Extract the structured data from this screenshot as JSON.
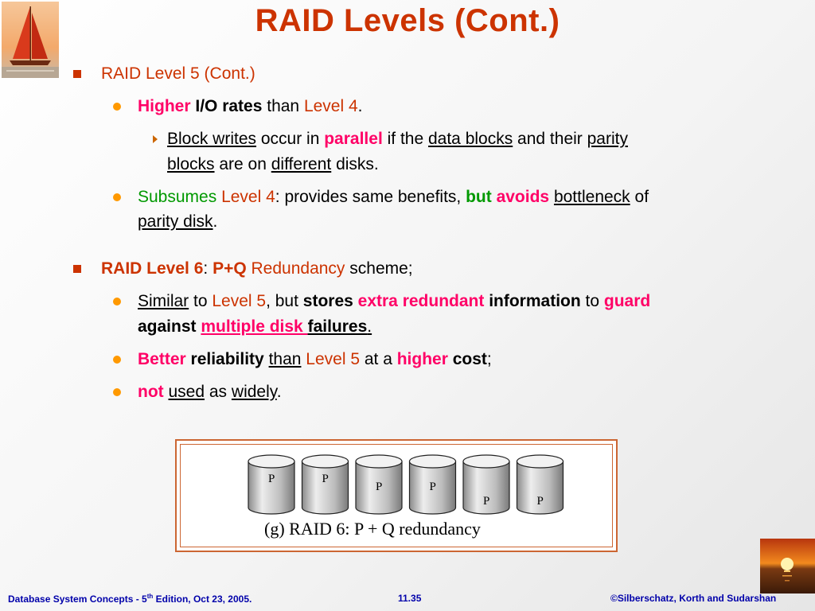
{
  "title": "RAID Levels (Cont.)",
  "l1a": {
    "t1": "RAID Level 5 (Cont.)"
  },
  "l2a": {
    "t1": "Higher",
    "t2": " ",
    "t3": "I/O rates",
    "t4": " than ",
    "t5": "Level 4",
    "t6": "."
  },
  "l3a": {
    "t1": "Block writes",
    "t2": " occur in ",
    "t3": "parallel",
    "t4": " if the ",
    "t5": "data blocks",
    "t6": " and their ",
    "t7": "parity"
  },
  "l3b": {
    "t1": "blocks",
    "t2": " are on ",
    "t3": "different",
    "t4": " disks."
  },
  "l2b": {
    "t1": "Subsumes",
    "t2": " ",
    "t3": "Level 4",
    "t4": ": provides same benefits, ",
    "t5": "but",
    "t6": " ",
    "t7": "avoids",
    "t8": " ",
    "t9": "bottleneck",
    "t10": " of"
  },
  "l2c": {
    "t1": "parity disk",
    "t2": "."
  },
  "l1b": {
    "t1": "RAID Level 6",
    "t2": ": ",
    "t3": "P+Q",
    "t4": " ",
    "t5": "Redundancy",
    "t6": " scheme;"
  },
  "l2d": {
    "t1": "Similar",
    "t2": " to ",
    "t3": "Level 5",
    "t4": ", but ",
    "t5": "stores",
    "t6": " ",
    "t7": "extra redundant",
    "t8": " ",
    "t9": "information",
    "t10": " to ",
    "t11": "guard"
  },
  "l2e": {
    "t1": "against",
    "t2": " ",
    "t3": "multiple disk ",
    "t4": "failures",
    "t5": "."
  },
  "l2f": {
    "t1": "Better",
    "t2": " ",
    "t3": "reliability",
    "t4": " ",
    "t5": "than",
    "t6": " ",
    "t7": "Level 5",
    "t8": " at a ",
    "t9": "higher",
    "t10": " ",
    "t11": "cost",
    "t12": ";"
  },
  "l2g": {
    "t1": "not",
    "t2": " ",
    "t3": "used",
    "t4": " as ",
    "t5": "widely",
    "t6": "."
  },
  "figure": {
    "disk_labels": [
      "P",
      "P",
      "P",
      "P",
      "P",
      "P"
    ],
    "caption": "(g) RAID 6: P + Q redundancy"
  },
  "footer": {
    "left_pre": "Database System Concepts - 5",
    "left_sup": "th",
    "left_post": " Edition, Oct 23,  2005.",
    "center": "11.35",
    "right": "©Silberschatz, Korth and Sudarshan"
  },
  "colors": {
    "title": "#cc3300",
    "pink": "#ff0066",
    "green": "#009900",
    "bullet_orange": "#ff9900",
    "footer": "#0000aa"
  }
}
